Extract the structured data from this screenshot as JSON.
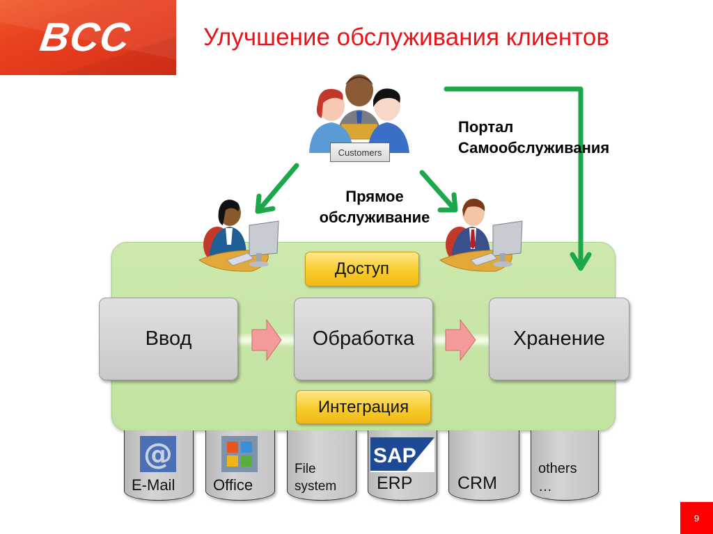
{
  "header": {
    "logo_text": "BCC",
    "title": "Улучшение обслуживания клиентов"
  },
  "actors": {
    "customers_label": "Customers",
    "direct_service_label_line1": "Прямое",
    "direct_service_label_line2": "обслуживание",
    "self_service_label_line1": "Портал",
    "self_service_label_line2": "Самообслуживания"
  },
  "process": {
    "access_label": "Доступ",
    "integration_label": "Интеграция",
    "steps": [
      {
        "label": "Ввод"
      },
      {
        "label": "Обработка"
      },
      {
        "label": "Хранение"
      }
    ]
  },
  "sources": [
    {
      "label": "E-Mail",
      "icon": "email-at-icon"
    },
    {
      "label": "Office",
      "icon": "office-logo-icon"
    },
    {
      "label_line1": "File",
      "label_line2": "system"
    },
    {
      "label": "ERP",
      "icon": "sap-logo-icon",
      "icon_text": "SAP"
    },
    {
      "label": "CRM"
    },
    {
      "label_line1": "others",
      "label_line2": "…"
    }
  ],
  "footer": {
    "page_number": "9"
  },
  "colors": {
    "title_red": "#e8141b",
    "arrow_green": "#1aa84a",
    "panel_green": "#c7e4a7",
    "page_badge": "#ff0000"
  }
}
